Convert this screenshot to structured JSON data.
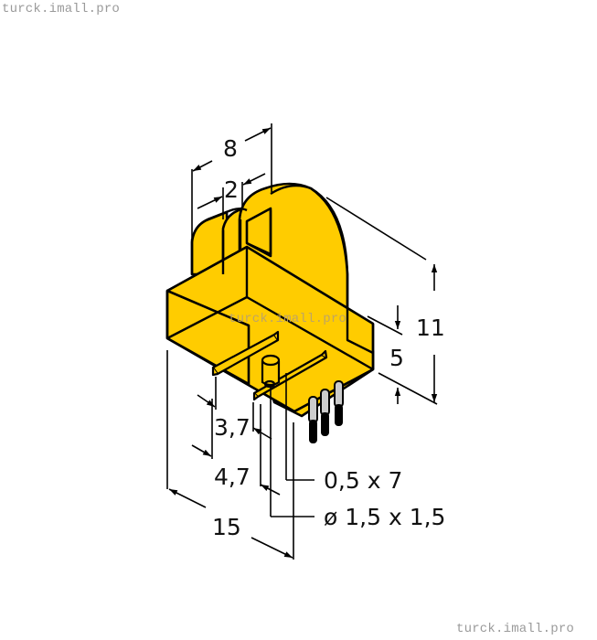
{
  "watermarks": {
    "top_left": "turck.imall.pro",
    "center": "turck.imall.pro",
    "bottom_right": "turck.imall.pro"
  },
  "colors": {
    "housing_yellow": "#FFCC00",
    "outline": "#000000",
    "pin_grey": "#CCCCCC",
    "background": "#FFFFFF"
  },
  "drawing": {
    "subject": "sensor housing dimension drawing",
    "units": "mm",
    "dimensions": {
      "width_top": "8",
      "slot_width": "2",
      "height_total": "11",
      "height_base": "5",
      "offset_1": "3,7",
      "offset_2": "4,7",
      "length": "15",
      "lead_spec": "0,5 x 7",
      "pin_spec": "ø 1,5 x 1,5"
    }
  }
}
